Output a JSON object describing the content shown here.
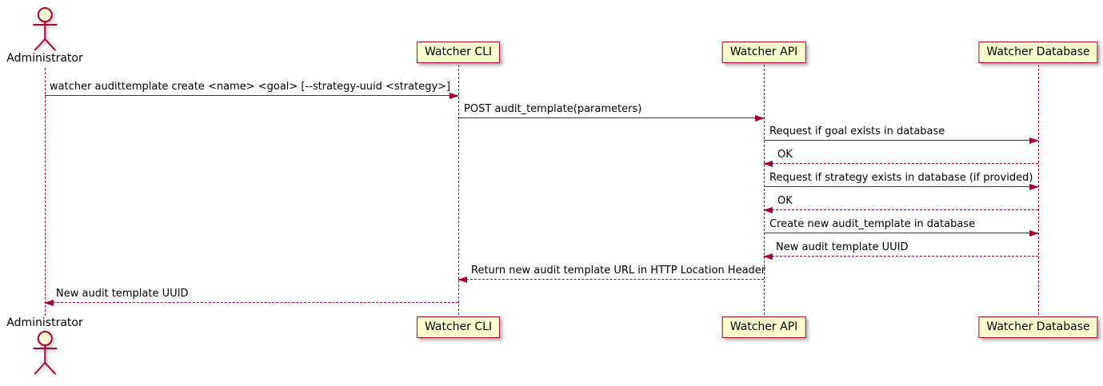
{
  "diagram": {
    "type": "sequence-diagram",
    "colors": {
      "accent": "#A80036",
      "participant_fill": "#FEFECE",
      "text": "#000000",
      "background": "#FFFFFF"
    },
    "participants": [
      {
        "name": "Administrator",
        "kind": "actor"
      },
      {
        "name": "Watcher CLI",
        "kind": "participant"
      },
      {
        "name": "Watcher API",
        "kind": "participant"
      },
      {
        "name": "Watcher Database",
        "kind": "participant"
      }
    ],
    "messages": [
      {
        "from": "Administrator",
        "to": "Watcher CLI",
        "style": "solid",
        "label": "watcher audittemplate create <name> <goal> [--strategy-uuid <strategy>]"
      },
      {
        "from": "Watcher CLI",
        "to": "Watcher API",
        "style": "solid",
        "label": "POST audit_template(parameters)"
      },
      {
        "from": "Watcher API",
        "to": "Watcher Database",
        "style": "solid",
        "label": "Request if goal exists in database"
      },
      {
        "from": "Watcher Database",
        "to": "Watcher API",
        "style": "dashed",
        "label": "OK"
      },
      {
        "from": "Watcher API",
        "to": "Watcher Database",
        "style": "solid",
        "label": "Request if strategy exists in database (if provided)"
      },
      {
        "from": "Watcher Database",
        "to": "Watcher API",
        "style": "dashed",
        "label": "OK"
      },
      {
        "from": "Watcher API",
        "to": "Watcher Database",
        "style": "solid",
        "label": "Create new audit_template in database"
      },
      {
        "from": "Watcher Database",
        "to": "Watcher API",
        "style": "dashed",
        "label": "New audit template UUID"
      },
      {
        "from": "Watcher API",
        "to": "Watcher CLI",
        "style": "dashed",
        "label": "Return new audit template URL in HTTP Location Header"
      },
      {
        "from": "Watcher CLI",
        "to": "Administrator",
        "style": "dashed",
        "label": "New audit template UUID"
      }
    ]
  }
}
